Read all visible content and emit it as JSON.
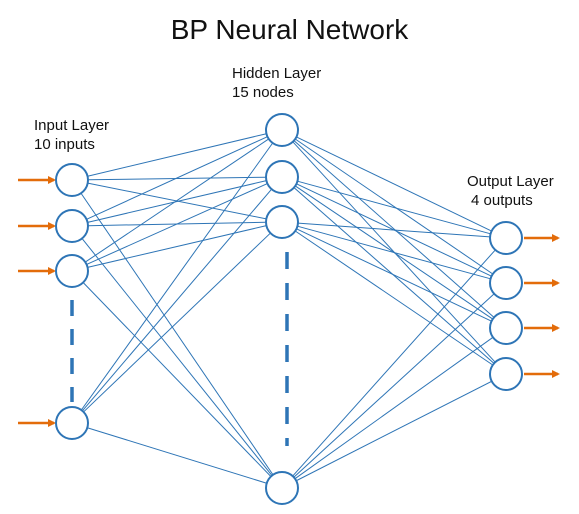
{
  "title": "BP Neural Network",
  "layers": {
    "input": {
      "name": "Input Layer",
      "count_label": "10 inputs"
    },
    "hidden": {
      "name": "Hidden Layer",
      "count_label": "15 nodes"
    },
    "output": {
      "name": "Output Layer",
      "count_label": "4 outputs"
    }
  },
  "colors": {
    "node_stroke": "#2e75b6",
    "edge": "#2e75b6",
    "dash": "#2e75b6",
    "arrow": "#e36c0a"
  }
}
